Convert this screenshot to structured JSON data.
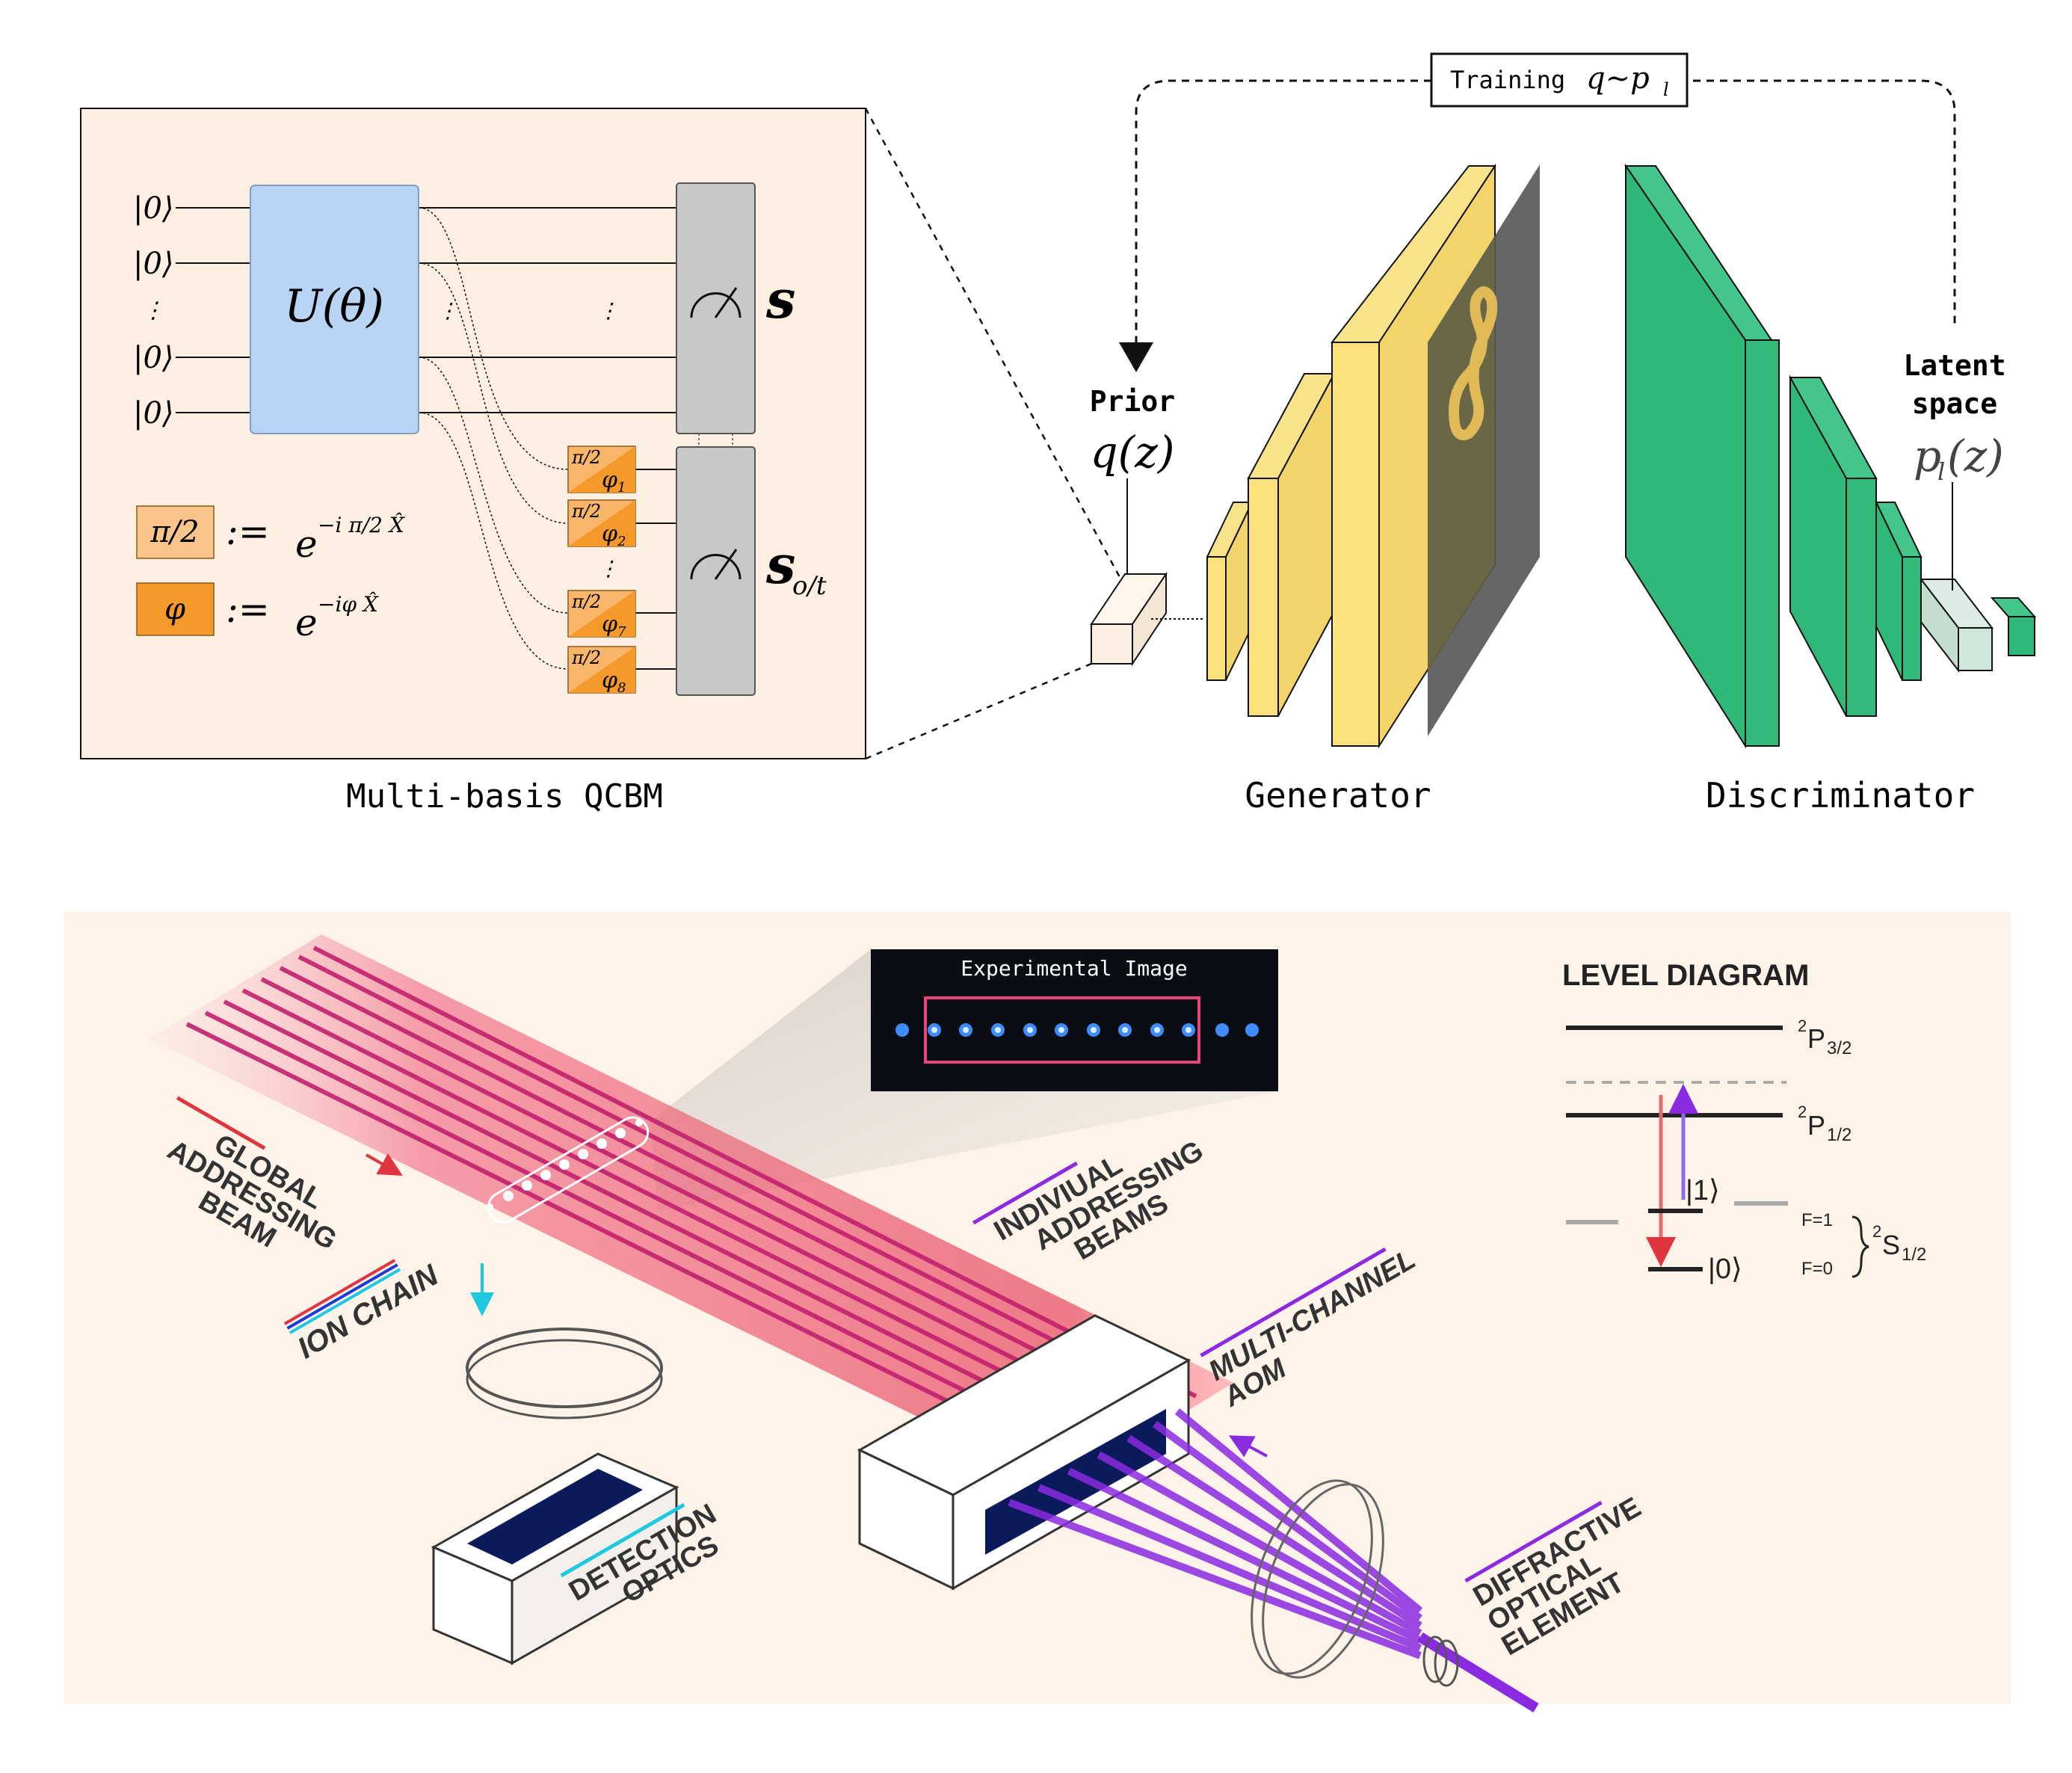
{
  "qcbm": {
    "ket_zero": "|0⟩",
    "unitary": "U(θ)",
    "vdots": "⋮",
    "gate_pi_half": "π/2",
    "gate_phi": "φ",
    "def_op": ":=",
    "def_pi_half_expr": "e",
    "def_pi_half_sup": "−i π/2 X̂",
    "def_phi_expr": "e",
    "def_phi_sup": "−iφ X̂",
    "phi_subscripts": [
      "1",
      "2",
      "7",
      "8"
    ],
    "output_s": "s",
    "output_sot": "s",
    "output_sot_sub": "o/t",
    "caption": "Multi-basis QCBM"
  },
  "gan": {
    "training_label": "Training",
    "training_expr": "q∼p",
    "training_expr_sub": "l",
    "prior_title": "Prior",
    "prior_expr": "q(z)",
    "latent_title_1": "Latent",
    "latent_title_2": "space",
    "latent_expr": "p",
    "latent_expr_sub": "l",
    "latent_expr_tail": "(z)",
    "generator_caption": "Generator",
    "discriminator_caption": "Discriminator"
  },
  "setup": {
    "inset_title": "Experimental Image",
    "global_beam_label": [
      "GLOBAL",
      "ADDRESSING",
      "BEAM"
    ],
    "ion_chain_label": "ION CHAIN",
    "individual_beams_label": [
      "INDIVIUAL",
      "ADDRESSING",
      "BEAMS"
    ],
    "aom_label": [
      "MULTI-CHANNEL",
      "AOM"
    ],
    "detection_label": [
      "DETECTION",
      "OPTICS"
    ],
    "doe_label": [
      "DIFFRACTIVE",
      "OPTICAL",
      "ELEMENT"
    ],
    "colors": {
      "global_beam": "#e8344a",
      "individual_beam": "#8a2be2",
      "detection": "#1ec8e0"
    }
  },
  "level_diagram": {
    "title": "LEVEL DIAGRAM",
    "p32": "P",
    "p32_sup": "2",
    "p32_sub": "3/2",
    "p12": "P",
    "p12_sup": "2",
    "p12_sub": "1/2",
    "s12": "S",
    "s12_sup": "2",
    "s12_sub": "1/2",
    "ket1": "|1⟩",
    "ket0": "|0⟩",
    "f1": "F=1",
    "f0": "F=0"
  }
}
